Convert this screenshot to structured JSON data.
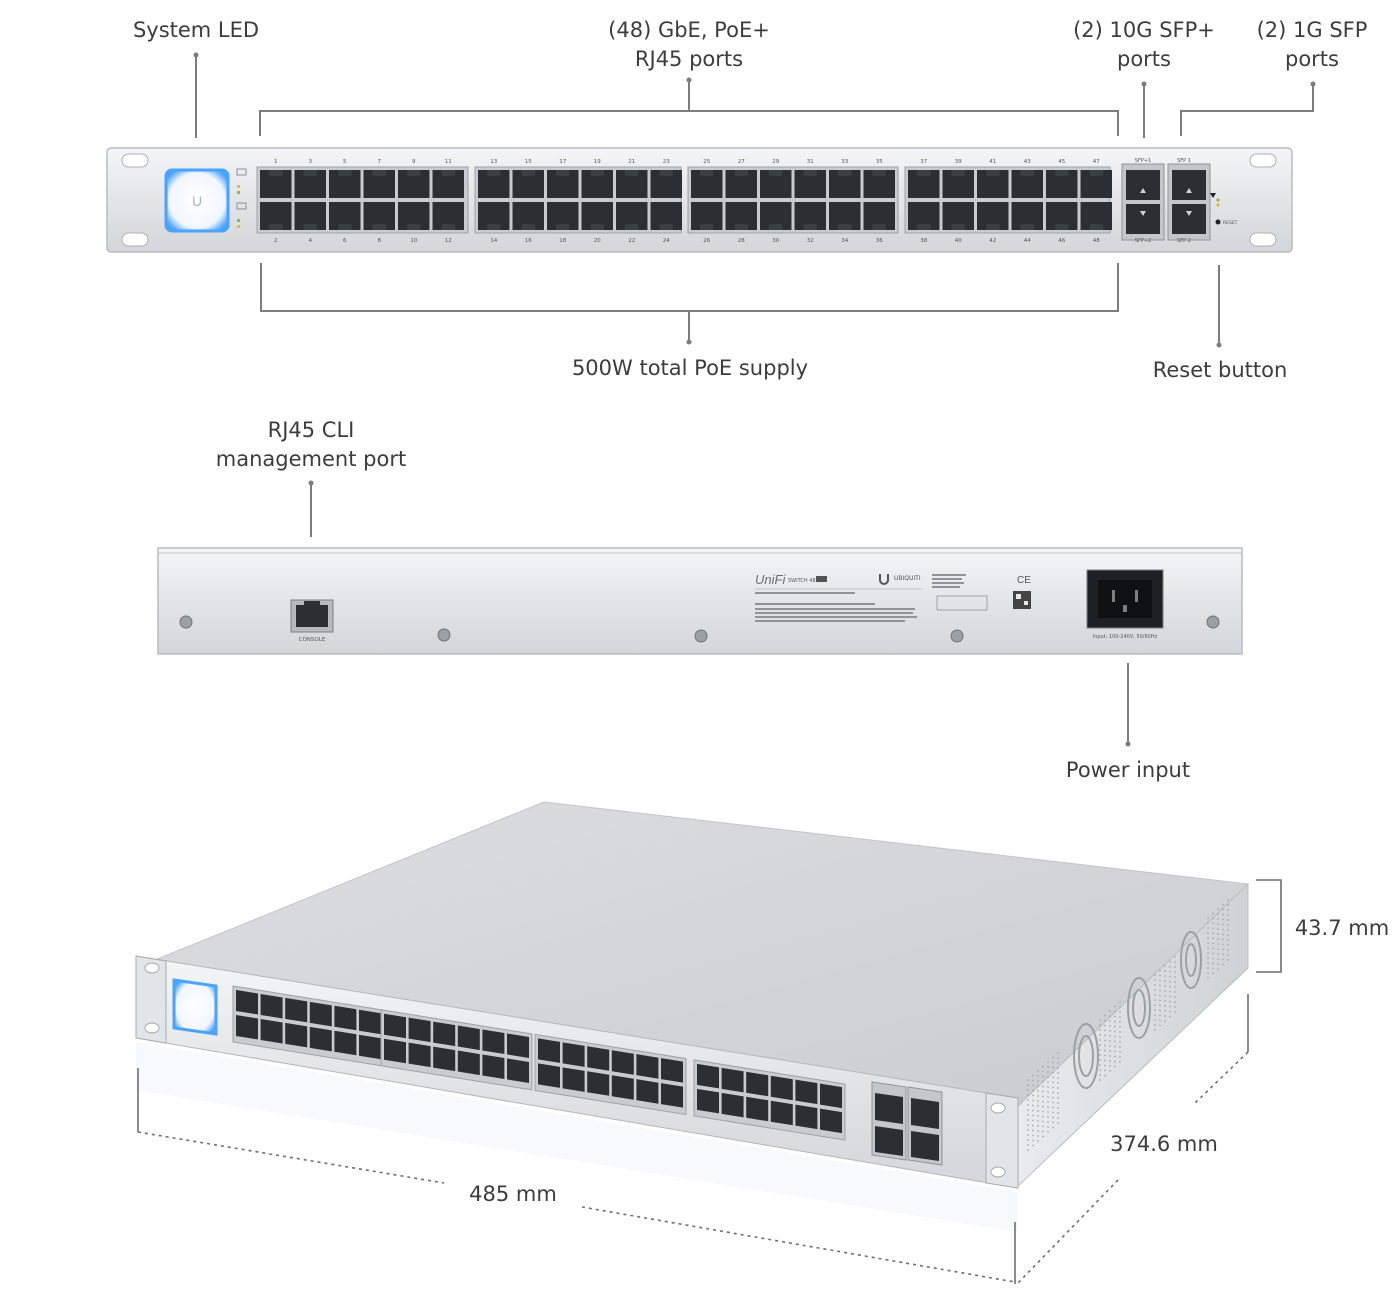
{
  "callouts": {
    "system_led": "System LED",
    "rj45_ports": [
      "(48) GbE, PoE+",
      "RJ45 ports"
    ],
    "sfp_plus_ports": [
      "(2) 10G SFP+",
      "ports"
    ],
    "sfp_ports": [
      "(2) 1G SFP",
      "ports"
    ],
    "poe_supply": "500W total PoE supply",
    "reset_button": "Reset button",
    "cli_port": [
      "RJ45 CLI",
      "management port"
    ],
    "power_input": "Power input"
  },
  "dimensions": {
    "height": "43.7 mm",
    "depth": "374.6 mm",
    "width": "485 mm"
  },
  "front_panel": {
    "top_port_numbers": [
      "1",
      "3",
      "5",
      "7",
      "9",
      "11",
      "13",
      "15",
      "17",
      "19",
      "21",
      "23",
      "25",
      "27",
      "29",
      "31",
      "33",
      "35",
      "37",
      "39",
      "41",
      "43",
      "45",
      "47"
    ],
    "bottom_port_numbers": [
      "2",
      "4",
      "6",
      "8",
      "10",
      "12",
      "14",
      "16",
      "18",
      "20",
      "22",
      "24",
      "26",
      "28",
      "30",
      "32",
      "34",
      "36",
      "38",
      "40",
      "42",
      "44",
      "46",
      "48"
    ],
    "sfp_plus_top": "SFP+1",
    "sfp_plus_bottom": "SFP+2",
    "sfp_top": "SFP 1",
    "sfp_bottom": "SFP 2",
    "reset_text": "RESET"
  },
  "rear_panel": {
    "console_label": "CONSOLE",
    "brand": "UniFi",
    "model": "SWITCH 48",
    "vendor": "UBIQUITI",
    "power_rating": "Input: 100-240V, 50/60Hz"
  },
  "colors": {
    "chassis": "#e6e8ea",
    "chassis_edge": "#b9bcc0",
    "port": "#2b2f33",
    "led_blue": "#4aa3ff",
    "leader": "#7d7d7d"
  }
}
